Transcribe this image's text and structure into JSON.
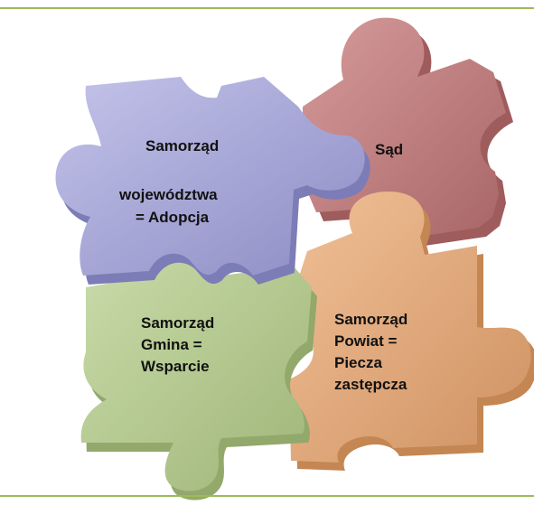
{
  "pieces": {
    "sad": {
      "label": "Sąd",
      "color": "#c07f80"
    },
    "wojewodztwo": {
      "line1": "Samorząd",
      "line2": "województwa",
      "line3": "= Adopcja",
      "color": "#a6a6d6"
    },
    "gmina": {
      "label": "Samorząd\nGmina =\nWsparcie",
      "color": "#b5c98d"
    },
    "powiat": {
      "label": "Samorząd\n  Powiat =\n      Piecza\nzastępcza",
      "color": "#e0a877"
    }
  },
  "accent_color": "#9bbb59"
}
